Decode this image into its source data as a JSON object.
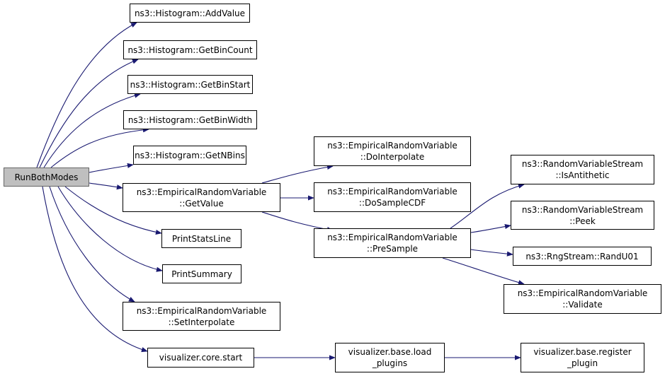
{
  "diagram": {
    "type": "call-graph",
    "edge_color": "#191970",
    "root_fill": "#bfbfbf",
    "nodes": {
      "run_both_modes": [
        "RunBothModes"
      ],
      "add_value": [
        "ns3::Histogram::AddValue"
      ],
      "get_bin_count": [
        "ns3::Histogram::GetBinCount"
      ],
      "get_bin_start": [
        "ns3::Histogram::GetBinStart"
      ],
      "get_bin_width": [
        "ns3::Histogram::GetBinWidth"
      ],
      "get_n_bins": [
        "ns3::Histogram::GetNBins"
      ],
      "get_value": [
        "ns3::EmpiricalRandomVariable",
        "::GetValue"
      ],
      "print_stats_line": [
        "PrintStatsLine"
      ],
      "print_summary": [
        "PrintSummary"
      ],
      "set_interpolate": [
        "ns3::EmpiricalRandomVariable",
        "::SetInterpolate"
      ],
      "vis_core_start": [
        "visualizer.core.start"
      ],
      "do_interpolate": [
        "ns3::EmpiricalRandomVariable",
        "::DoInterpolate"
      ],
      "do_sample_cdf": [
        "ns3::EmpiricalRandomVariable",
        "::DoSampleCDF"
      ],
      "pre_sample": [
        "ns3::EmpiricalRandomVariable",
        "::PreSample"
      ],
      "load_plugins": [
        "visualizer.base.load",
        "_plugins"
      ],
      "is_antithetic": [
        "ns3::RandomVariableStream",
        "::IsAntithetic"
      ],
      "peek": [
        "ns3::RandomVariableStream",
        "::Peek"
      ],
      "rand_u01": [
        "ns3::RngStream::RandU01"
      ],
      "validate": [
        "ns3::EmpiricalRandomVariable",
        "::Validate"
      ],
      "register_plugin": [
        "visualizer.base.register",
        "_plugin"
      ]
    },
    "edges": [
      [
        "run_both_modes",
        "add_value"
      ],
      [
        "run_both_modes",
        "get_bin_count"
      ],
      [
        "run_both_modes",
        "get_bin_start"
      ],
      [
        "run_both_modes",
        "get_bin_width"
      ],
      [
        "run_both_modes",
        "get_n_bins"
      ],
      [
        "run_both_modes",
        "get_value"
      ],
      [
        "run_both_modes",
        "print_stats_line"
      ],
      [
        "run_both_modes",
        "print_summary"
      ],
      [
        "run_both_modes",
        "set_interpolate"
      ],
      [
        "run_both_modes",
        "vis_core_start"
      ],
      [
        "get_value",
        "do_interpolate"
      ],
      [
        "get_value",
        "do_sample_cdf"
      ],
      [
        "get_value",
        "pre_sample"
      ],
      [
        "vis_core_start",
        "load_plugins"
      ],
      [
        "pre_sample",
        "is_antithetic"
      ],
      [
        "pre_sample",
        "peek"
      ],
      [
        "pre_sample",
        "rand_u01"
      ],
      [
        "pre_sample",
        "validate"
      ],
      [
        "load_plugins",
        "register_plugin"
      ]
    ]
  }
}
